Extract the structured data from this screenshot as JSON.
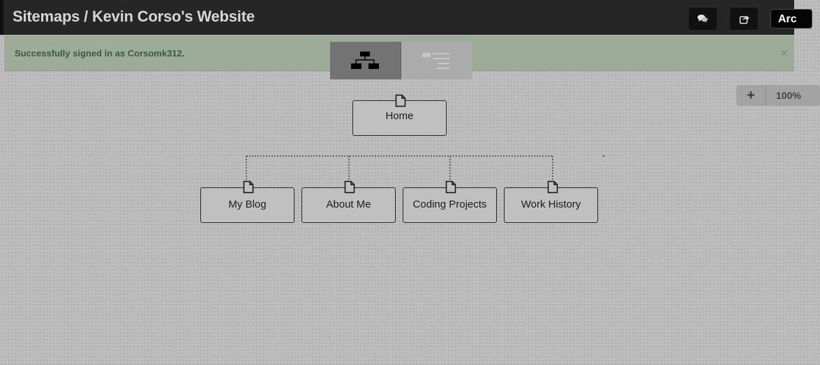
{
  "header": {
    "title": "Sitemaps / Kevin Corso's Website",
    "comment_icon": "comments-icon",
    "share_icon": "share-icon",
    "archive_label": "Arc"
  },
  "alert": {
    "message": "Successfully signed in as Corsomk312.",
    "close_label": "×"
  },
  "view_toggle": {
    "options": [
      {
        "name": "tree-view",
        "icon": "sitemap-icon",
        "active": true
      },
      {
        "name": "list-view",
        "icon": "list-icon",
        "active": false
      }
    ]
  },
  "zoom": {
    "plus_label": "+",
    "level": "100%"
  },
  "sitemap": {
    "root": {
      "label": "Home"
    },
    "children": [
      {
        "label": "My Blog"
      },
      {
        "label": "About Me"
      },
      {
        "label": "Coding Projects"
      },
      {
        "label": "Work History"
      }
    ]
  },
  "colors": {
    "topbar": "#262626",
    "alert_bg": "#9dac98",
    "alert_text": "#3b5a37",
    "canvas": "#bdbdbd"
  }
}
